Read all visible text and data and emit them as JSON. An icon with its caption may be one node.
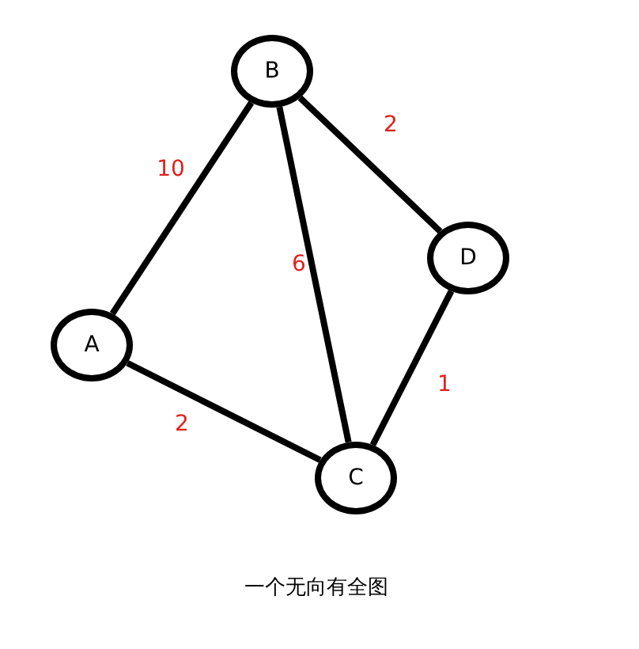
{
  "diagram": {
    "caption": "一个无向有全图",
    "nodes": [
      {
        "text": [
          "B"
        ]
      },
      {
        "text": [
          "D"
        ]
      },
      {
        "text": [
          "A"
        ]
      },
      {
        "text": [
          "C"
        ]
      }
    ],
    "edges": [
      {
        "from": 2,
        "to": 0,
        "arrow": "none",
        "label": "10"
      },
      {
        "from": 0,
        "to": 1,
        "arrow": "none",
        "label": "2"
      },
      {
        "from": 0,
        "to": 3,
        "arrow": "none",
        "label": "6"
      },
      {
        "from": 2,
        "to": 3,
        "arrow": "none",
        "label": "2"
      },
      {
        "from": 1,
        "to": 3,
        "arrow": "none",
        "label": "1"
      }
    ]
  }
}
